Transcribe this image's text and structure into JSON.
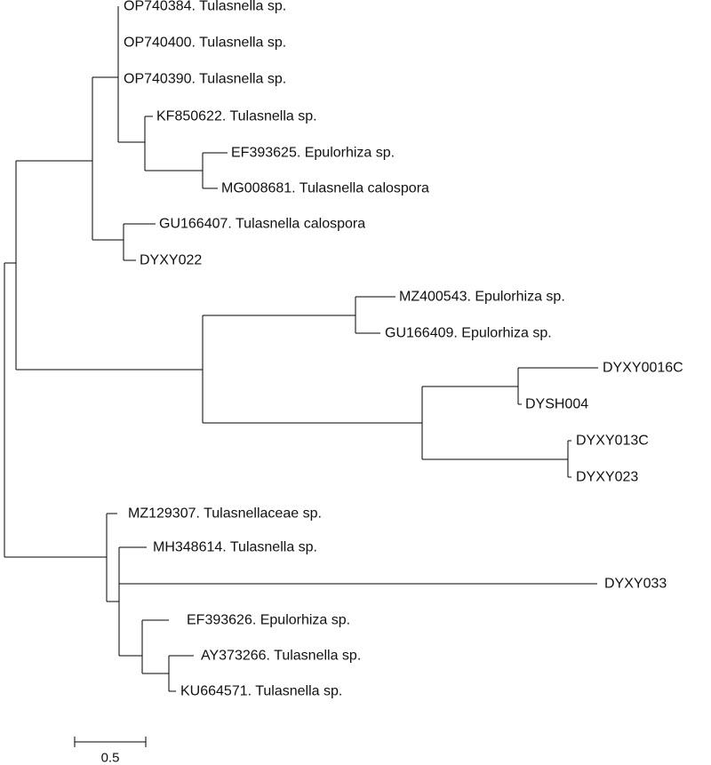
{
  "tree": {
    "taxa": [
      "OP740384. Tulasnella sp.",
      "OP740400. Tulasnella sp.",
      "OP740390. Tulasnella sp.",
      "KF850622. Tulasnella sp.",
      "EF393625. Epulorhiza sp.",
      "MG008681. Tulasnella calospora",
      "GU166407. Tulasnella calospora",
      "DYXY022",
      "MZ400543. Epulorhiza sp.",
      "GU166409. Epulorhiza sp.",
      "DYXY0016C",
      "DYSH004",
      "DYXY013C",
      "DYXY023",
      "MZ129307. Tulasnellaceae sp.",
      "MH348614. Tulasnella sp.",
      "DYXY033",
      "EF393626. Epulorhiza sp.",
      "AY373266. Tulasnella sp.",
      "KU664571. Tulasnella sp."
    ],
    "scale_bar": {
      "length": 0.5,
      "label": "0.5"
    }
  }
}
